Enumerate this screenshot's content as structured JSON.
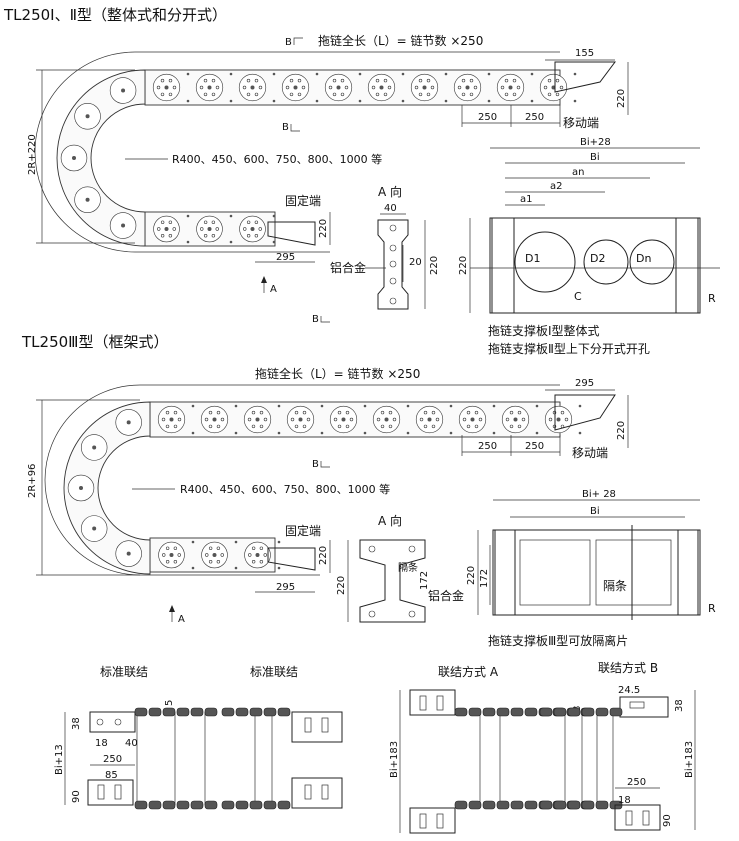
{
  "section1": {
    "title": "TL250Ⅰ、Ⅱ型（整体式和分开式）",
    "total_length": "拖链全长（L）= 链节数 ×250",
    "radius_list": "R400、450、600、750、800、1000 等",
    "height_label": "2R+220",
    "dim_155": "155",
    "dim_220_right": "220",
    "dim_250_a": "250",
    "dim_250_b": "250",
    "moving_end": "移动端",
    "fixed_end": "固定端",
    "dim_220_fixed": "220",
    "dim_295": "295",
    "arrow_a": "A",
    "section_b_top": "B",
    "section_b_mid": "B",
    "section_b_bot": "B",
    "view_a_title": "A 向",
    "view_a_40": "40",
    "view_a_20": "20",
    "view_a_220": "220",
    "aluminum": "铝合金",
    "cross_bi28": "Bi+28",
    "cross_bi": "Bi",
    "cross_an": "an",
    "cross_a2": "a2",
    "cross_a1": "a1",
    "cross_d1": "D1",
    "cross_d2": "D2",
    "cross_dn": "Dn",
    "cross_c": "C",
    "cross_r": "R",
    "cross_220": "220",
    "note1": "拖链支撑板Ⅰ型整体式",
    "note2": "拖链支撑板Ⅱ型上下分开式开孔"
  },
  "section2": {
    "title": "TL250Ⅲ型（框架式）",
    "total_length": "拖链全长（L）= 链节数 ×250",
    "radius_list": "R400、450、600、750、800、1000 等",
    "height_label": "2R+96",
    "dim_295_top": "295",
    "dim_220_right": "220",
    "dim_250_a": "250",
    "dim_250_b": "250",
    "moving_end": "移动端",
    "fixed_end": "固定端",
    "dim_220_fixed": "220",
    "dim_295": "295",
    "arrow_a": "A",
    "section_b": "B",
    "view_a_title": "A 向",
    "divider_label": "隔条",
    "dim_172": "172",
    "dim_220": "220",
    "aluminum": "铝合金",
    "cross_bi28": "Bi+ 28",
    "cross_bi": "Bi",
    "cross_172": "172",
    "cross_220": "220",
    "cross_divider": "隔条",
    "cross_r": "R",
    "note": "拖链支撑板Ⅲ型可放隔离片"
  },
  "section3": {
    "std1_title": "标准联结",
    "std2_title": "标准联结",
    "connA_title": "联结方式 A",
    "connB_title": "联结方式 B",
    "std_38": "38",
    "std_18": "18",
    "std_40": "40",
    "std_5": "5",
    "std_bi13": "Bi+13",
    "std_250": "250",
    "std_85": "85",
    "std_90": "90",
    "a_bi183": "Bi+183",
    "a_8": "8",
    "b_245": "24.5",
    "b_38": "38",
    "b_bi183": "Bi+183",
    "b_250": "250",
    "b_18": "18",
    "b_90": "90"
  }
}
